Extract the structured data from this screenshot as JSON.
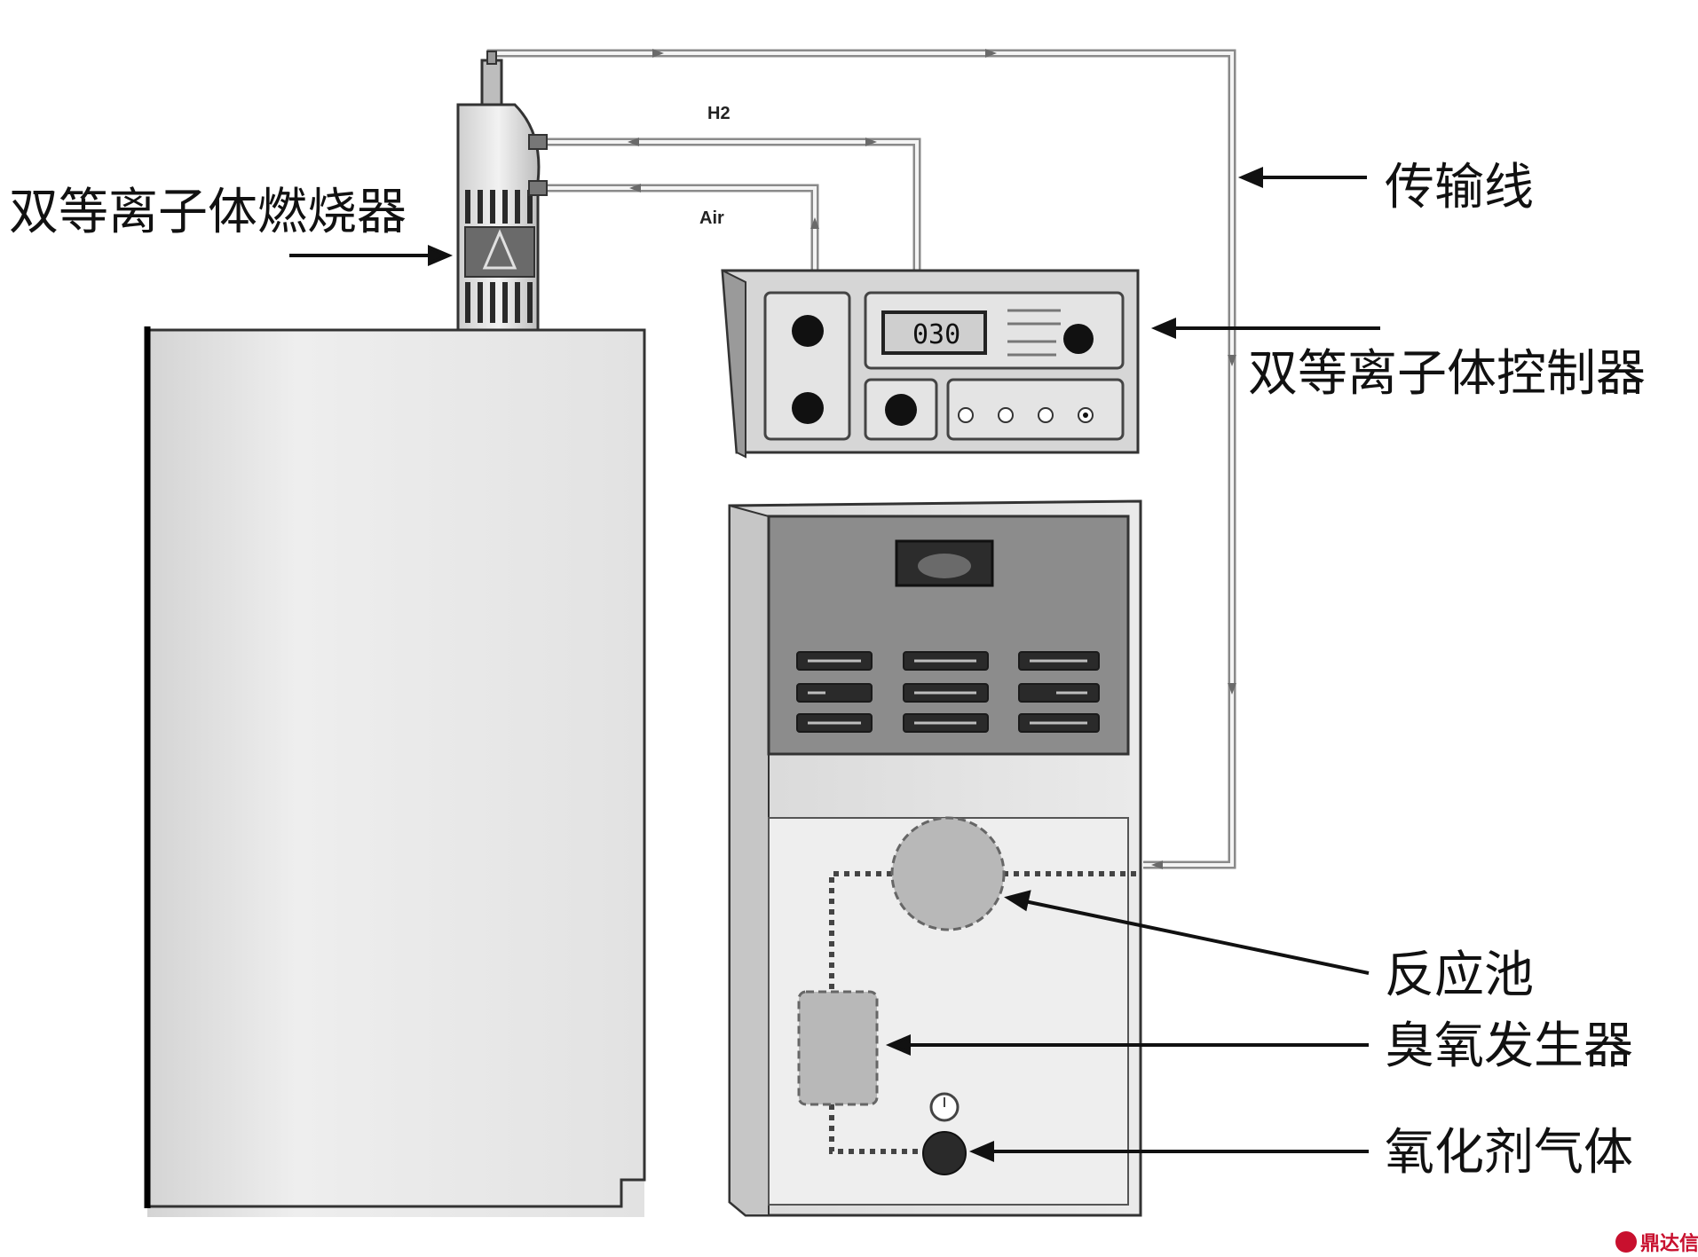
{
  "labels": {
    "burner": "双等离子体燃烧器",
    "transfer_line": "传输线",
    "controller": "双等离子体控制器",
    "reaction_cell": "反应池",
    "ozone_generator": "臭氧发生器",
    "oxidizer_gas": "氧化剂气体"
  },
  "gas_lines": {
    "h2": "H2",
    "air": "Air"
  },
  "controller_display": "030",
  "watermark": "鼎达信",
  "colors": {
    "line": "#111111",
    "tube": "#9a9a9a",
    "watermark": "#c8102e"
  }
}
